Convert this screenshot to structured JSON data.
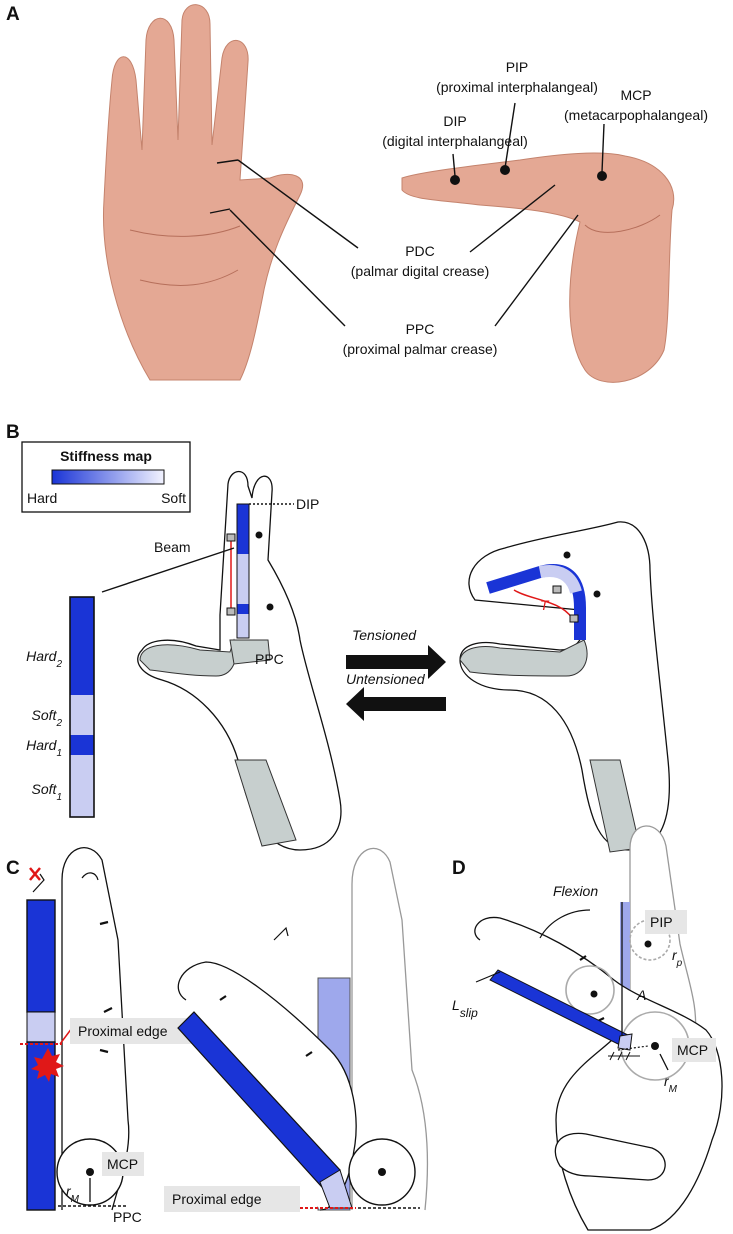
{
  "panels": {
    "a": "A",
    "b": "B",
    "c": "C",
    "d": "D"
  },
  "panel_a": {
    "pip": "PIP",
    "pip_full": "(proximal interphalangeal)",
    "dip": "DIP",
    "dip_full": "(digital interphalangeal)",
    "mcp": "MCP",
    "mcp_full": "(metacarpophalangeal)",
    "pdc": "PDC",
    "pdc_full": "(palmar digital crease)",
    "ppc": "PPC",
    "ppc_full": "(proximal palmar crease)"
  },
  "panel_b": {
    "legend_title": "Stiffness map",
    "legend_hard": "Hard",
    "legend_soft": "Soft",
    "dip": "DIP",
    "beam": "Beam",
    "ppc": "PPC",
    "hard2": "Hard",
    "hard2_sub": "2",
    "soft2": "Soft",
    "soft2_sub": "2",
    "hard1": "Hard",
    "hard1_sub": "1",
    "soft1": "Soft",
    "soft1_sub": "1",
    "tensioned": "Tensioned",
    "untensioned": "Untensioned",
    "t_label": "T"
  },
  "panel_c": {
    "proximal_edge_1": "Proximal edge",
    "proximal_edge_2": "Proximal edge",
    "mcp": "MCP",
    "rm": "r",
    "rm_sub": "M",
    "ppc": "PPC"
  },
  "panel_d": {
    "flexion": "Flexion",
    "pip": "PIP",
    "rp": "r",
    "rp_sub": "p",
    "a": "A",
    "lslip": "L",
    "lslip_sub": "slip",
    "mcp": "MCP",
    "rm": "r",
    "rm_sub": "M"
  },
  "colors": {
    "hard": "#1a34d6",
    "soft": "#c9cdf2",
    "beam_light": "#9ea8ec",
    "label_box": "#e6e6e6",
    "red": "#e01818"
  }
}
